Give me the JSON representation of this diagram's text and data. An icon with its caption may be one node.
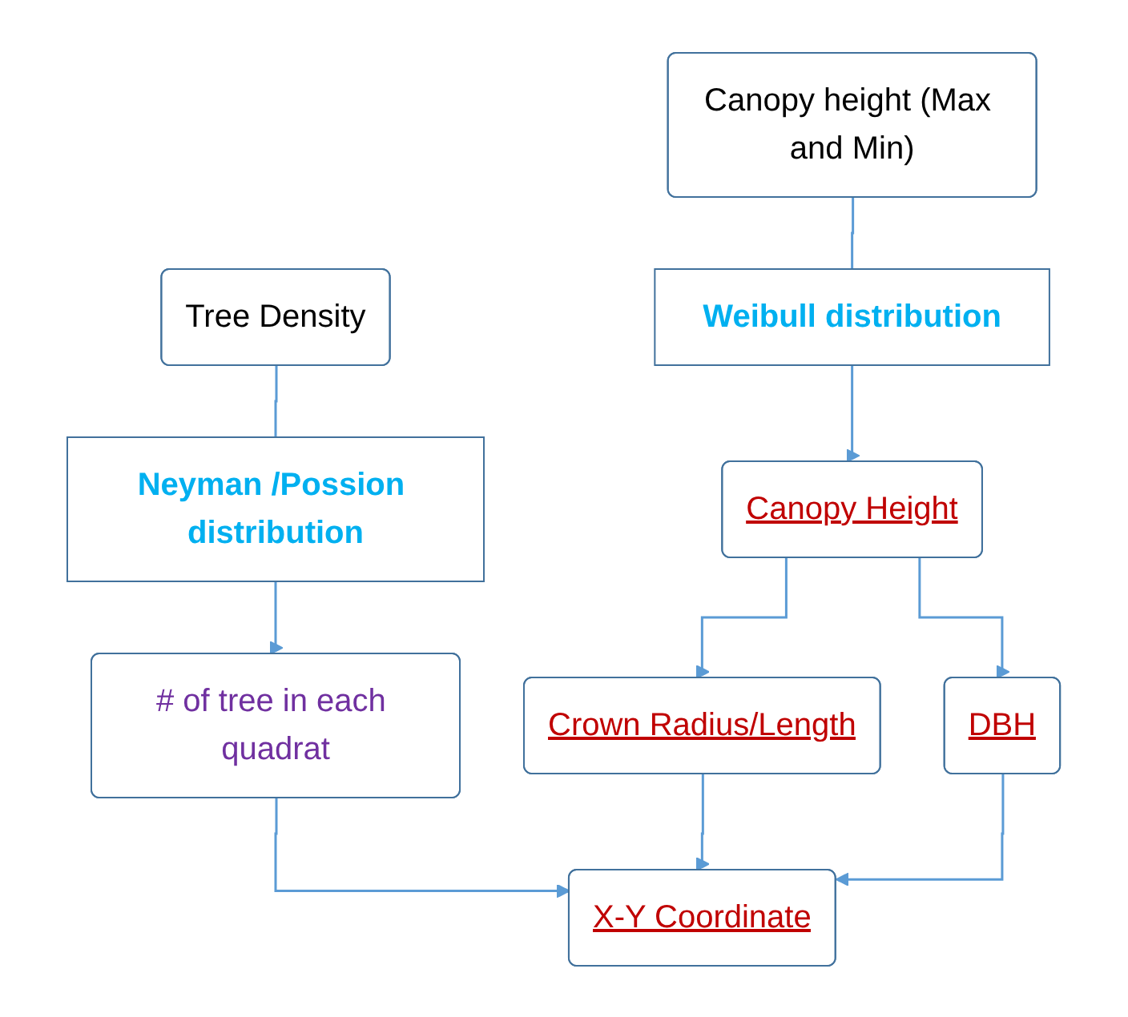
{
  "diagram": {
    "nodes": [
      {
        "text": [
          "Tree Density"
        ]
      },
      {
        "text": [
          "Neyman /Possion distribution"
        ]
      },
      {
        "text": [
          "# of tree in each quadrat"
        ]
      },
      {
        "text": [
          "Canopy height (Max and Min)"
        ]
      },
      {
        "text": [
          "Weibull distribution"
        ]
      },
      {
        "text": [
          "Canopy Height"
        ]
      },
      {
        "text": [
          "Crown Radius/Length"
        ]
      },
      {
        "text": [
          "DBH"
        ]
      },
      {
        "text": [
          "X-Y Coordinate"
        ]
      }
    ],
    "edges": [
      {
        "from": 0,
        "to": 1,
        "arrow": "none"
      },
      {
        "from": 1,
        "to": 2,
        "arrow": "to"
      },
      {
        "from": 3,
        "to": 4,
        "arrow": "none"
      },
      {
        "from": 4,
        "to": 5,
        "arrow": "to"
      },
      {
        "from": 5,
        "to": 6,
        "arrow": "to"
      },
      {
        "from": 5,
        "to": 7,
        "arrow": "to"
      },
      {
        "from": 2,
        "to": 8,
        "arrow": "to"
      },
      {
        "from": 6,
        "to": 8,
        "arrow": "to"
      },
      {
        "from": 7,
        "to": 8,
        "arrow": "to"
      }
    ]
  }
}
